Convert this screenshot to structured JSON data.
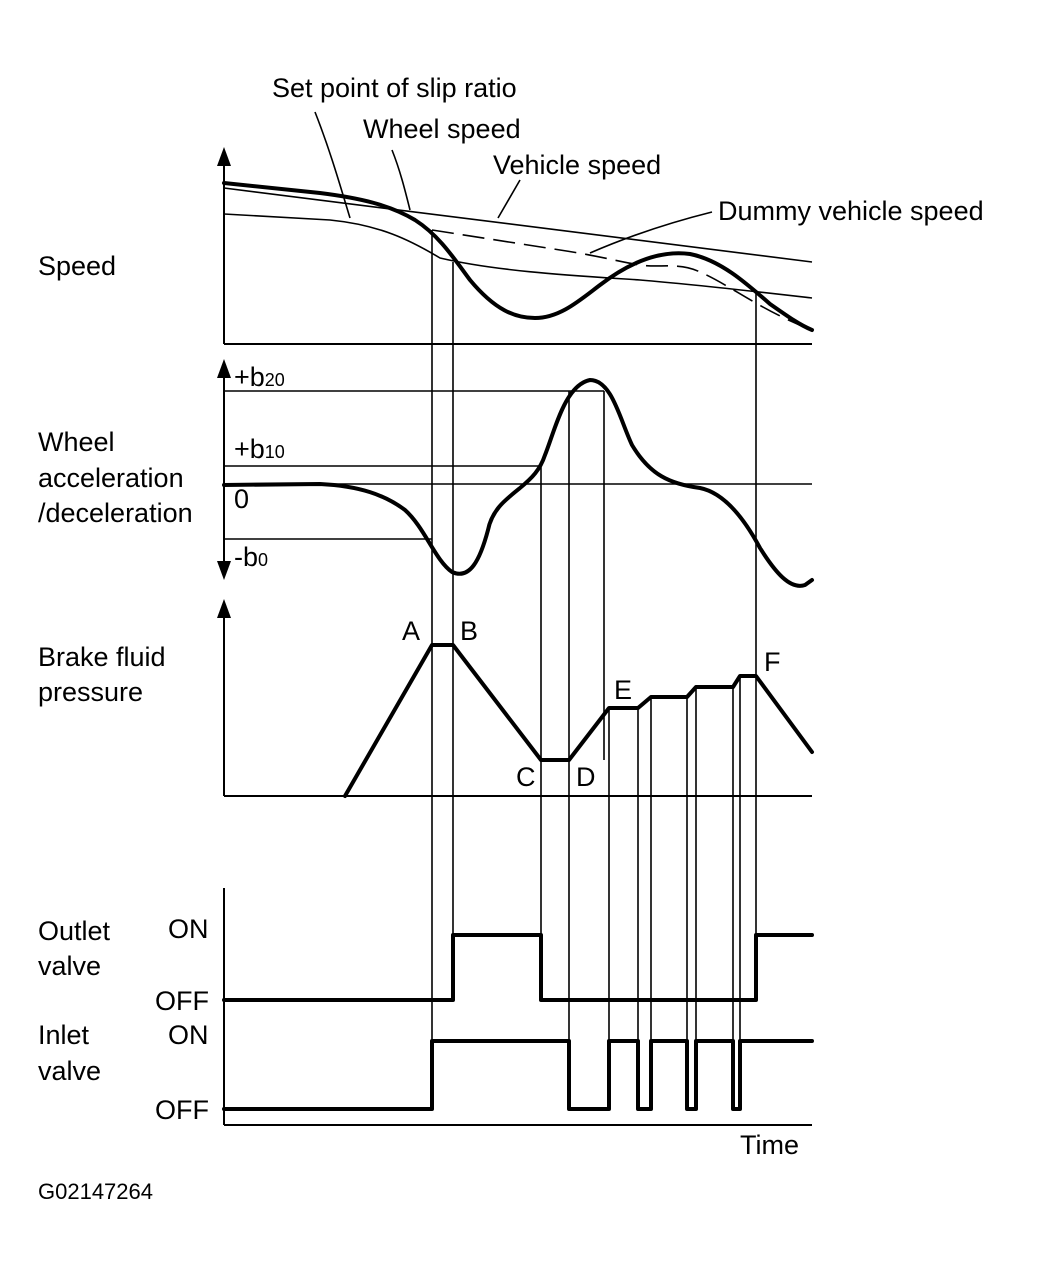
{
  "figure": {
    "code": "G02147264",
    "time_label": "Time"
  },
  "speed_panel": {
    "title": "Speed",
    "callouts": {
      "slip_ratio": "Set point of slip ratio",
      "wheel_speed": "Wheel speed",
      "vehicle_speed": "Vehicle speed",
      "dummy_vehicle_speed": "Dummy vehicle speed"
    }
  },
  "accel_panel": {
    "title_line1": "Wheel",
    "title_line2": "acceleration",
    "title_line3": "/deceleration",
    "levels": {
      "b20_sign": "+b",
      "b20_sub": "20",
      "b10_sign": "+b",
      "b10_sub": "10",
      "zero": "0",
      "b0_sign": "-b",
      "b0_sub": "0"
    }
  },
  "pressure_panel": {
    "title_line1": "Brake fluid",
    "title_line2": "pressure",
    "points": [
      "A",
      "B",
      "C",
      "D",
      "E",
      "F"
    ]
  },
  "valves": {
    "outlet_line1": "Outlet",
    "outlet_line2": "valve",
    "inlet_line1": "Inlet",
    "inlet_line2": "valve",
    "on": "ON",
    "off": "OFF"
  }
}
